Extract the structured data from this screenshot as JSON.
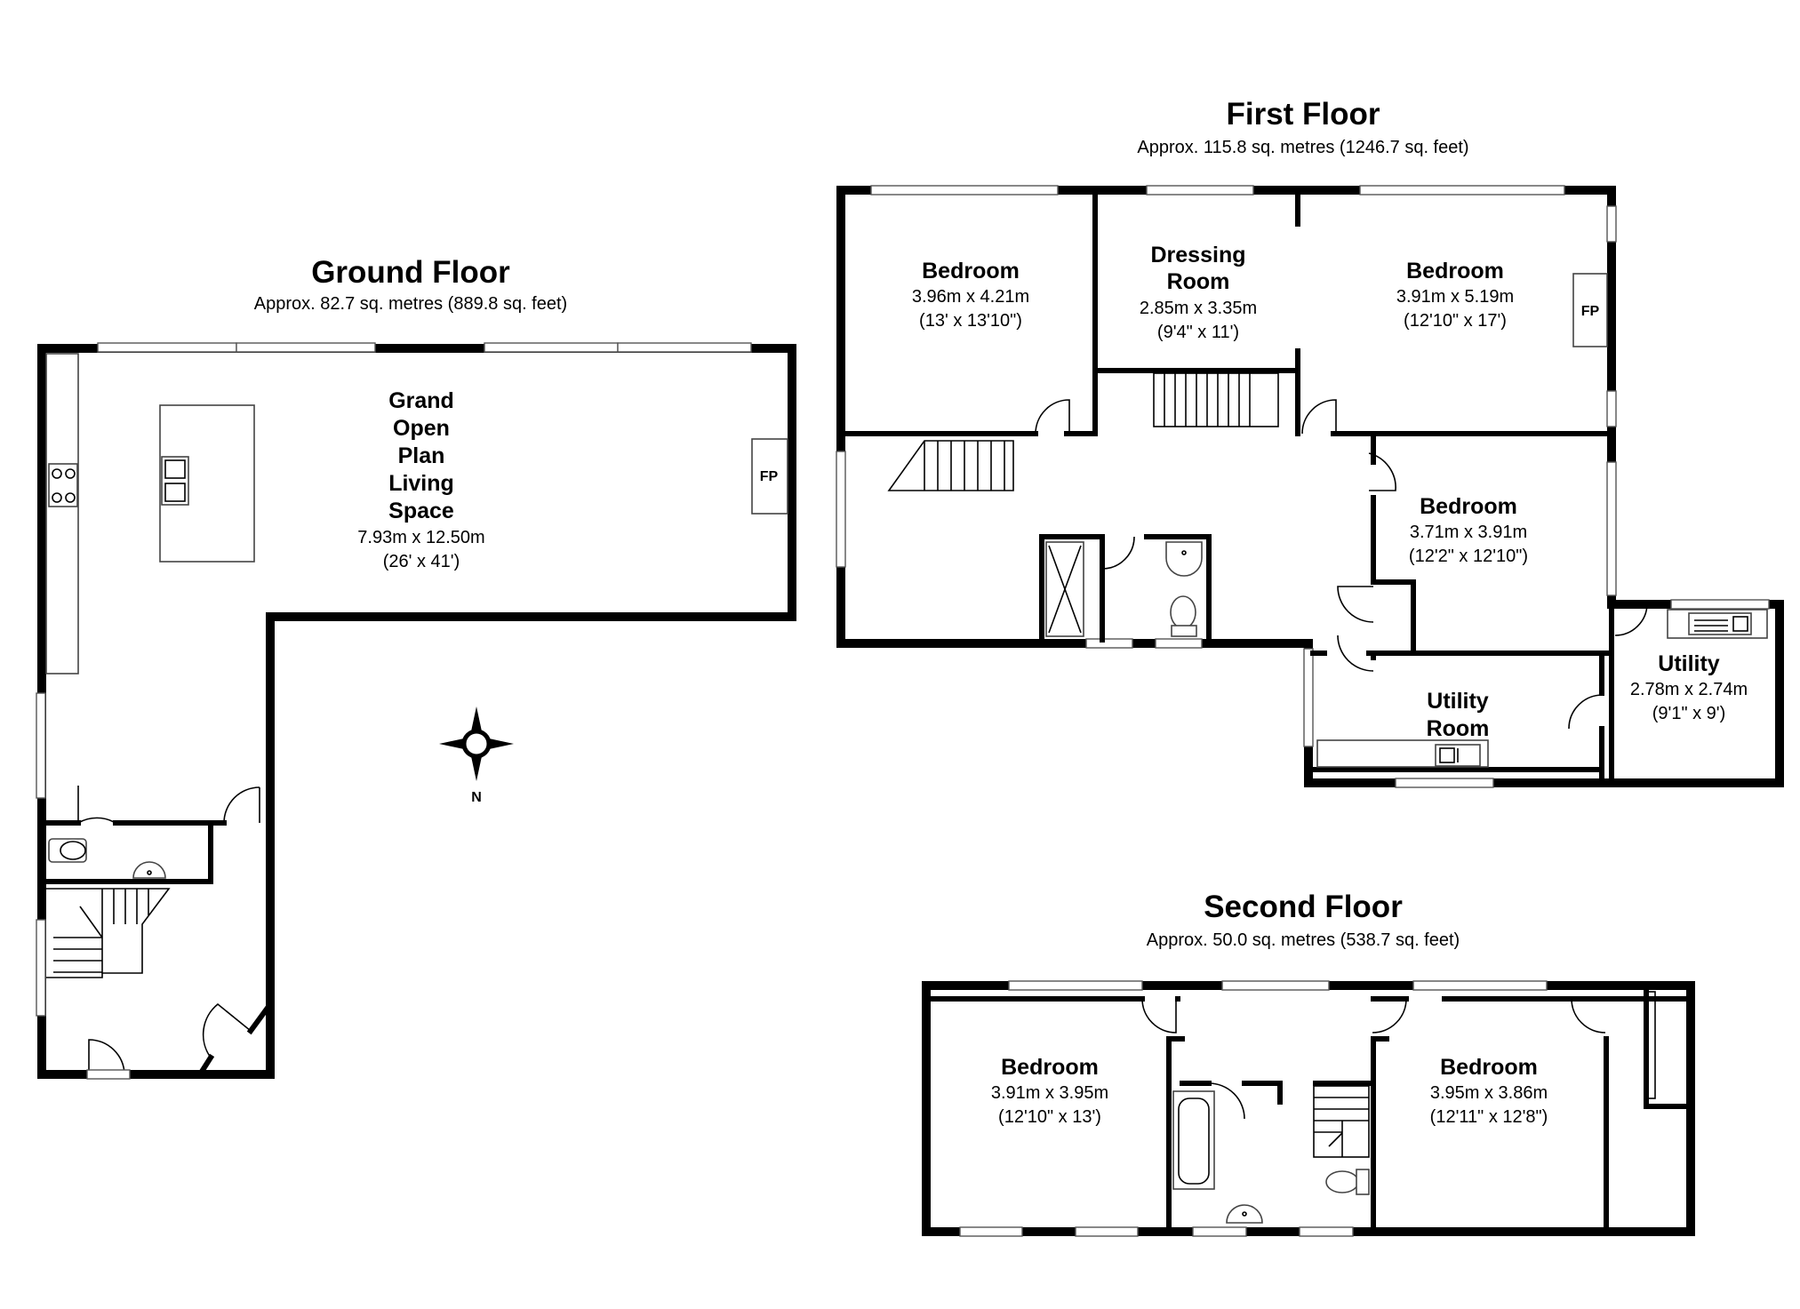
{
  "floors": {
    "ground": {
      "title": "Ground Floor",
      "area": "Approx.  82.7 sq. metres (889.8 sq. feet)",
      "rooms": [
        {
          "name_lines": [
            "Grand",
            "Open",
            "Plan",
            "Living",
            "Space"
          ],
          "dim_m": "7.93m x 12.50m",
          "dim_ft": "(26' x 41')"
        }
      ],
      "fireplace": "FP",
      "compass_north": "N"
    },
    "first": {
      "title": "First Floor",
      "area": "Approx. 115.8 sq. metres (1246.7 sq. feet)",
      "rooms": [
        {
          "name_lines": [
            "Bedroom"
          ],
          "dim_m": "3.96m x 4.21m",
          "dim_ft": "(13' x 13'10\")"
        },
        {
          "name_lines": [
            "Dressing",
            "Room"
          ],
          "dim_m": "2.85m x 3.35m",
          "dim_ft": "(9'4\" x 11')"
        },
        {
          "name_lines": [
            "Bedroom"
          ],
          "dim_m": "3.91m x 5.19m",
          "dim_ft": "(12'10\" x 17')"
        },
        {
          "name_lines": [
            "Bedroom"
          ],
          "dim_m": "3.71m x 3.91m",
          "dim_ft": "(12'2\" x 12'10\")"
        },
        {
          "name_lines": [
            "Utility"
          ],
          "dim_m": "2.78m x 2.74m",
          "dim_ft": "(9'1\" x 9')"
        },
        {
          "name_lines": [
            "Utility",
            "Room"
          ],
          "dim_m": "",
          "dim_ft": ""
        }
      ],
      "fireplace": "FP"
    },
    "second": {
      "title": "Second Floor",
      "area": "Approx.  50.0 sq. metres (538.7 sq. feet)",
      "rooms": [
        {
          "name_lines": [
            "Bedroom"
          ],
          "dim_m": "3.91m x 3.95m",
          "dim_ft": "(12'10\" x 13')"
        },
        {
          "name_lines": [
            "Bedroom"
          ],
          "dim_m": "3.95m x 3.86m",
          "dim_ft": "(12'11\" x 12'8\")"
        }
      ]
    }
  }
}
